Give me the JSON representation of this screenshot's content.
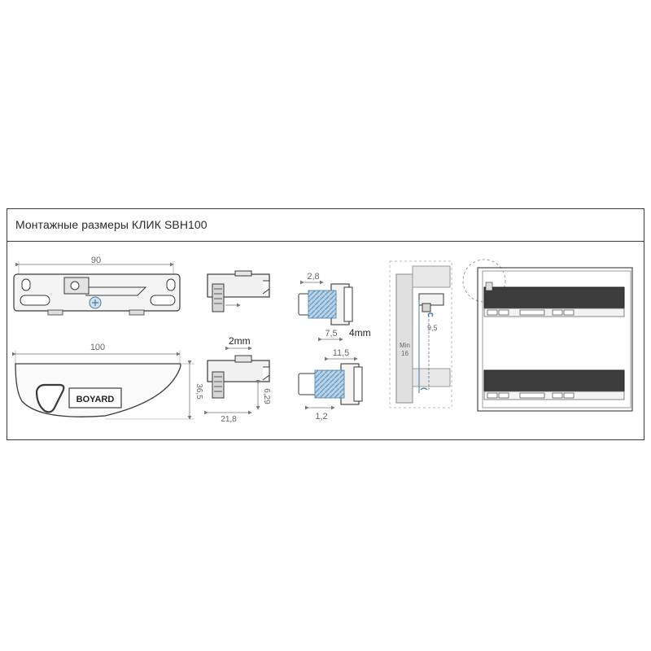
{
  "title": "Монтажные размеры КЛИК SBH100",
  "brand": "BOYARD",
  "dims": {
    "top_width": "90",
    "front_width": "100",
    "front_height": "36,5",
    "side_top": "2mm",
    "side_height": "6,29",
    "side_width": "21,8",
    "detail_top": "2,8",
    "detail_mid1": "7,5",
    "detail_gap": "4mm",
    "detail_mid2": "11,5",
    "detail_bottom": "1,2",
    "install_offset": "9,5",
    "install_min_label": "Min",
    "install_min_value": "16"
  },
  "colors": {
    "line": "#3a3a3a",
    "dim": "#8a8a8a",
    "accent": "#8fb8d8"
  }
}
